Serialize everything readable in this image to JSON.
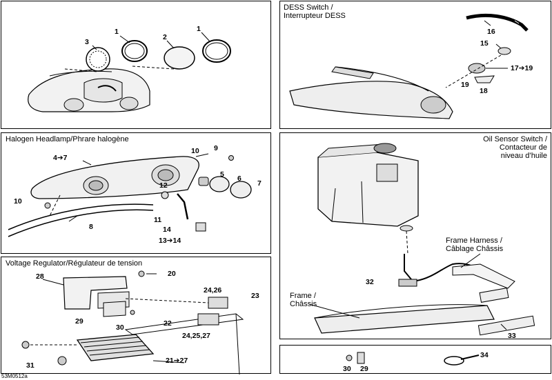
{
  "doc_code": "53M0512a",
  "panels": {
    "gauge": {
      "labels": [
        "1",
        "2",
        "3",
        "1"
      ]
    },
    "dess": {
      "title": "DESS Switch /\nInterrupteur DESS",
      "labels": [
        "16",
        "15",
        "17➔19",
        "19",
        "18"
      ]
    },
    "headlamp": {
      "title": "Halogen Headlamp/Phrare halogène",
      "labels": [
        "4➔7",
        "10",
        "9",
        "5",
        "6",
        "7",
        "12",
        "10",
        "11",
        "8",
        "14",
        "13➔14"
      ]
    },
    "oil": {
      "title": "Oil Sensor Switch /\nContacteur de\nniveau d’huile",
      "labels": [
        "Frame Harness /\nCâblage Châssis",
        "32",
        "Frame /\nChâssis",
        "33"
      ]
    },
    "voltage": {
      "title": "Voltage Regulator/Régulateur de tension",
      "labels": [
        "28",
        "20",
        "24,26",
        "23",
        "29",
        "30",
        "22",
        "24,25,27",
        "31",
        "21➔27"
      ]
    },
    "small": {
      "labels": [
        "30",
        "29",
        "34"
      ]
    }
  }
}
